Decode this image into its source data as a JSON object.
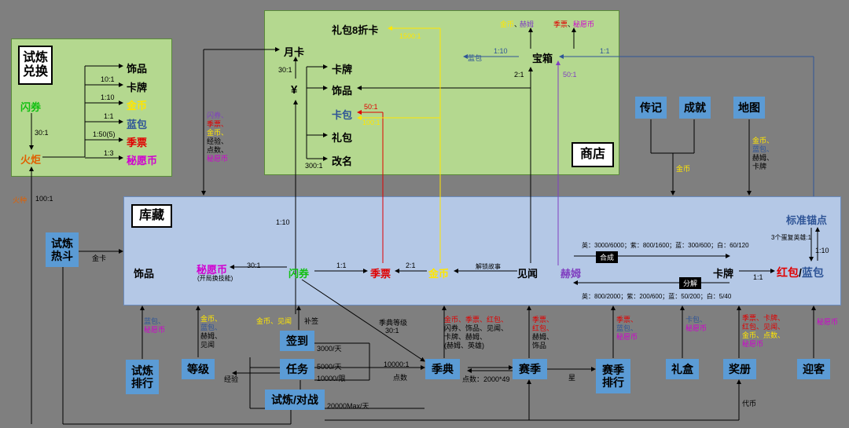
{
  "exchange": {
    "title": "试炼兑换",
    "flash": "闪券",
    "ratio_flash_torch": "30:1",
    "torch": "火炬",
    "items": [
      {
        "ratio": "",
        "label": "饰品",
        "color": "#000000"
      },
      {
        "ratio": "10:1",
        "label": "卡牌",
        "color": "#000000"
      },
      {
        "ratio": "1:10",
        "label": "金币",
        "color": "#ffe600"
      },
      {
        "ratio": "1:1",
        "label": "蓝包",
        "color": "#2f5597"
      },
      {
        "ratio": "1:50(5)",
        "label": "季票",
        "color": "#e00000"
      },
      {
        "ratio": "1:3",
        "label": "秘愿币",
        "color": "#d000d0"
      }
    ],
    "fire_seed": "火种",
    "fire_ratio": "100:1"
  },
  "shop": {
    "title": "商店",
    "monthly_card": "月卡",
    "yen": "¥",
    "yen_ratio": "30:1",
    "gift_pack": "礼包8折卡",
    "gift_ratio": "1500:1",
    "items": [
      "卡牌",
      "饰品",
      "卡包",
      "礼包",
      "改名"
    ],
    "cardpack_ratio1": "50:1",
    "cardpack_ratio2": "100:1",
    "rename_ratio": "300:1",
    "chest": "宝箱",
    "chest_gold": "金币",
    "chest_hm": "赫姆",
    "chest_ticket": "季票",
    "chest_wish": "秘愿币",
    "chest_bluepack": "蓝包",
    "chest_ratio_blue": "1:10",
    "chest_ratio_std": "1:1",
    "chest_ratio_jw": "2:1",
    "chest_ratio_hm": "50:1"
  },
  "storage": {
    "title": "库藏",
    "ornament": "饰品",
    "wish_coin": "秘愿币",
    "wish_note": "(开局换技能)",
    "wish_ratio": "30:1",
    "flash": "闪券",
    "ticket_ratio": "1:1",
    "ticket": "季票",
    "gold_ratio": "2:1",
    "gold": "金币",
    "unlock_story": "解锁故事",
    "insight": "见闻",
    "herm": "赫姆",
    "card": "卡牌",
    "redpack": "红包",
    "slash": "/",
    "bluepack": "蓝包",
    "card_ratio": "1:1",
    "std_anchor": "标准锚点",
    "anchor_note": "3个蛋复英雄:1",
    "anchor_ratio": "1:10",
    "synth": "合成",
    "synth_rates": "英：3000/6000；紫：800/1600；蓝：300/600；白：60/120",
    "decompose": "分解",
    "decompose_rates": "英：800/2000；紫：200/600；蓝：50/200；白：5/40",
    "flash_ratio": "1:10",
    "gold_card_label": "金卡"
  },
  "top_right": {
    "biography": "传记",
    "achievement": "成就",
    "map": "地图",
    "bio_reward": "金币",
    "map_rewards": [
      "金币、",
      "蓝包、",
      "赫姆、",
      "卡牌"
    ]
  },
  "left_side": {
    "trial_arena": "试炼热斗",
    "monthly_list": [
      "闪券、",
      "季票、",
      "金币、",
      "经验、",
      "点数、",
      "秘愿币"
    ]
  },
  "bottom": {
    "trial_rank": "试炼排行",
    "trial_rank_rewards": [
      "蓝包、",
      "秘愿币"
    ],
    "level": "等级",
    "level_rewards": [
      "金币、",
      "蓝包、",
      "赫姆、",
      "见闻"
    ],
    "exp": "经验",
    "checkin": "签到",
    "checkin_rewards": "金币、见闻",
    "checkin_makeup": "补签",
    "checkin_cap": "3000/天",
    "task": "任务",
    "task_cap1": "5000/天",
    "task_cap2": "10000/限",
    "trial_battle": "试炼/对战",
    "battle_cap": "20000Max/天",
    "season_pass": "季典",
    "season_level": "季典等级",
    "season_ratio": "30:1",
    "pass_ratio": "10000:1",
    "points": "点数",
    "points_formula": "点数：2000*49",
    "pass_rewards": [
      "金币、季票、红包、",
      "闪券、饰品、见闻、",
      "卡牌、赫姆、",
      "(赫姆、英雄)"
    ],
    "season": "赛季",
    "season_rewards": [
      "季票、",
      "红包、",
      "赫姆、",
      "饰品"
    ],
    "star": "星",
    "season_rank": "赛季排行",
    "season_rank_rewards": [
      "季票、",
      "蓝包、",
      "秘愿币"
    ],
    "giftbox": "礼盒",
    "giftbox_rewards": [
      "卡包、",
      "秘愿币"
    ],
    "award_book": "奖册",
    "award_rewards": [
      "季票、卡牌、",
      "红包、见闻、",
      "金币、点数、",
      "秘愿币"
    ],
    "token": "代币",
    "welcome": "迎客",
    "welcome_reward": "秘愿币"
  }
}
